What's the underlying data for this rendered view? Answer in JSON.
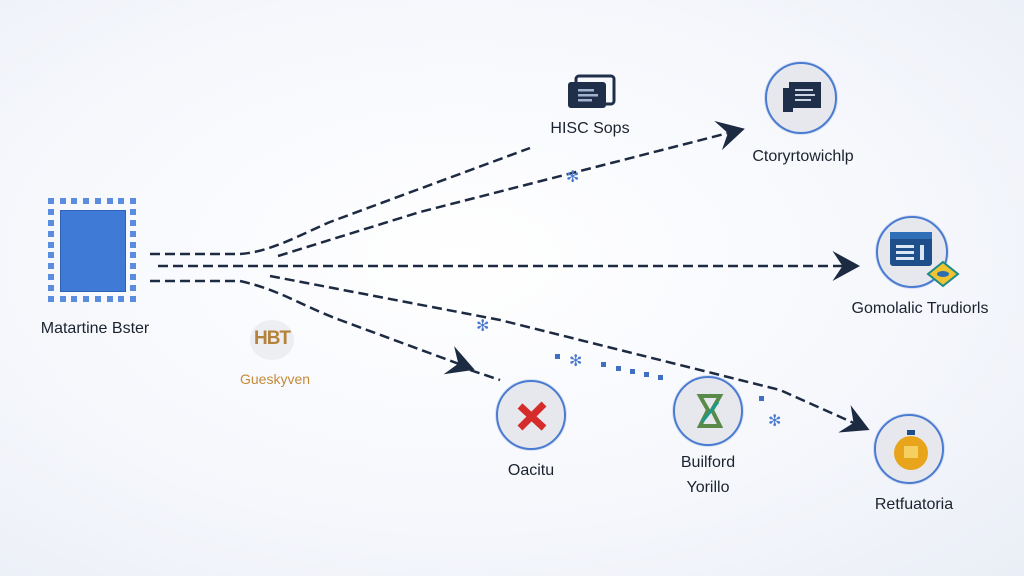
{
  "source": {
    "label": "Matartine Bster",
    "icon": "chip-board-icon",
    "color": "#3f7ad6"
  },
  "badge": {
    "initials": "HBT",
    "label": "Gueskyven",
    "color": "#c58a3a"
  },
  "nodes": [
    {
      "id": "hisc",
      "label": "HISC Sops",
      "icon": "cards-icon"
    },
    {
      "id": "corp",
      "label": "Ctoryrtowichlp",
      "icon": "document-chat-icon"
    },
    {
      "id": "gomo",
      "label": "Gomolalic Trudiorls",
      "icon": "browser-window-icon"
    },
    {
      "id": "oacitu",
      "label": "Oacitu",
      "icon": "x-mark-icon",
      "color": "#d62b2b"
    },
    {
      "id": "builford",
      "label": "Builford",
      "label2": "Yorillo",
      "icon": "knot-icon"
    },
    {
      "id": "retf",
      "label": "Retfuatoria",
      "icon": "gold-medal-icon",
      "color": "#e8a51c"
    }
  ],
  "colors": {
    "line": "#1c2a42",
    "accent": "#4b7bd1"
  }
}
